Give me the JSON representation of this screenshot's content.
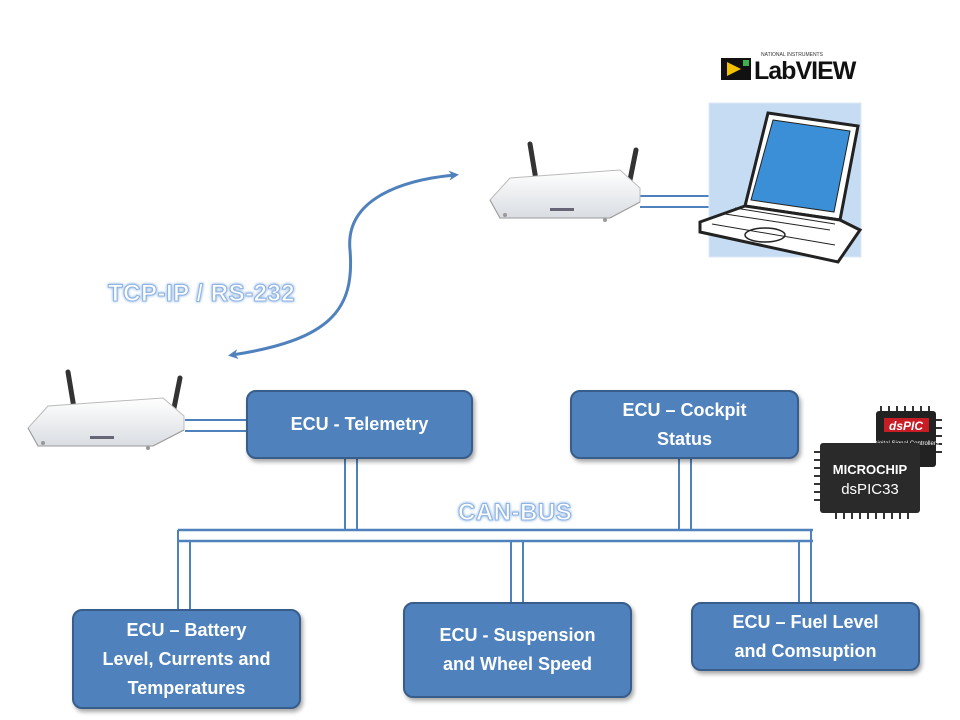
{
  "links": {
    "tcp_label": "TCP-IP / RS-232",
    "bus_label": "CAN-BUS"
  },
  "logos": {
    "labview": "LabVIEW",
    "labview_small": "NATIONAL INSTRUMENTS",
    "microchip": "MICROCHIP",
    "dspic": "dsPIC33",
    "dspic_badge": "dsPIC",
    "dspic_caption": "Digital Signal Controllers"
  },
  "ecus": {
    "telemetry": "ECU - Telemetry",
    "cockpit": "ECU – Cockpit\nStatus",
    "battery": "ECU – Battery\nLevel, Currents and\nTemperatures",
    "suspension": "ECU - Suspension\nand Wheel Speed",
    "fuel": "ECU – Fuel Level\nand Comsuption"
  },
  "icons": [
    "router-icon",
    "laptop-icon",
    "labview-logo",
    "dspic-chip-icon"
  ],
  "colors": {
    "ecu_fill": "#4f81bd",
    "ecu_border": "#385d8a",
    "line": "#4f81bd",
    "label_glow": "#8db3e2"
  }
}
